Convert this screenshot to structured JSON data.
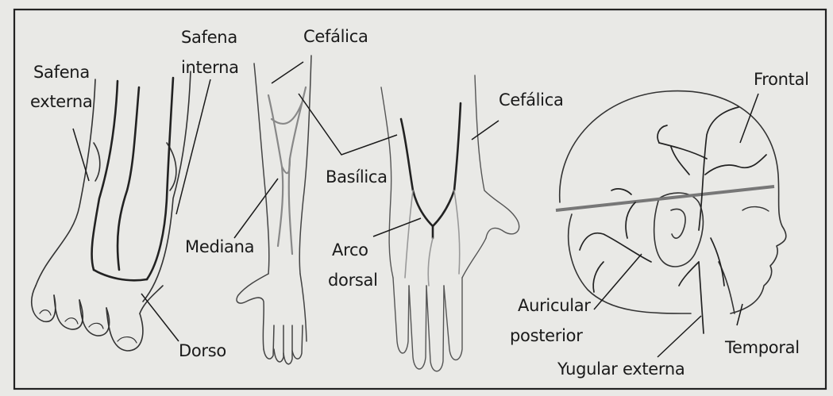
{
  "labels": {
    "safena_externa_1": "Safena",
    "safena_externa_2": "externa",
    "safena_interna_1": "Safena",
    "safena_interna_2": "interna",
    "cefalica_arm": "Cefálica",
    "cefalica_hand": "Cefálica",
    "basilica": "Basílica",
    "mediana": "Mediana",
    "arco_dorsal_1": "Arco",
    "arco_dorsal_2": "dorsal",
    "dorso": "Dorso",
    "frontal": "Frontal",
    "auricular_posterior_1": "Auricular",
    "auricular_posterior_2": "posterior",
    "temporal": "Temporal",
    "yugular_externa": "Yugular externa"
  },
  "colors": {
    "background": "#e9e9e6",
    "ink": "#1a1a1a",
    "vein_dark": "#222222",
    "vein_light": "#9a9a9a"
  }
}
